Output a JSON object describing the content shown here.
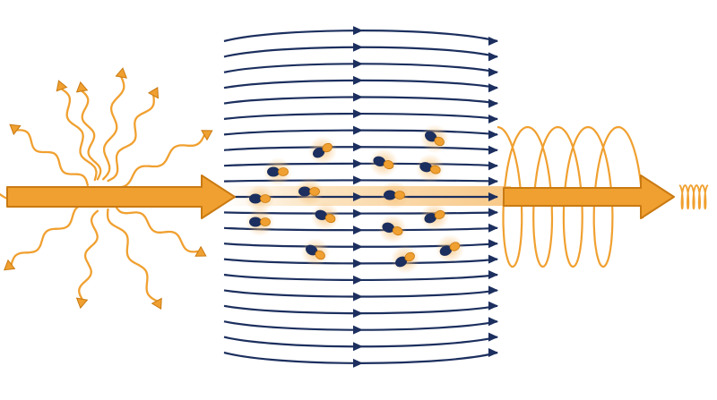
{
  "diagram": {
    "colors": {
      "beam": "#f0a030",
      "beam_stroke": "#c97a12",
      "beam_glow": "#fbe2bd",
      "field_lines": "#1c2f5e",
      "particle_dark": "#1c2f5e",
      "particle_light": "#f0a030",
      "particle_glow": "#f7c27a",
      "background": "#ffffff"
    },
    "elements": {
      "input_beam": "arrow",
      "scattered_light": "wavy-arrows",
      "field_lines": "curved-arrows",
      "particles": "dipole-molecules",
      "output_wave": "helical-wave",
      "output_beam": "arrow"
    }
  }
}
